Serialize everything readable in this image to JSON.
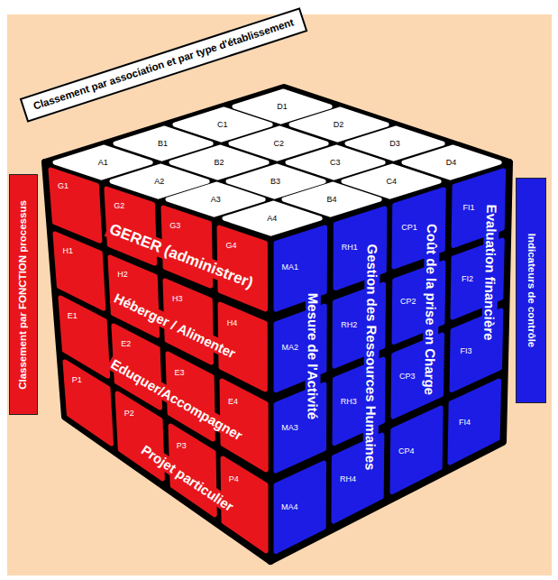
{
  "diagram": {
    "nodes": [
      {
        "text": [
          "Classement par association et par type d'établissement"
        ]
      },
      {
        "text": [
          "A1"
        ]
      },
      {
        "text": [
          "A2"
        ]
      },
      {
        "text": [
          "A3"
        ]
      },
      {
        "text": [
          "A4"
        ]
      },
      {
        "text": [
          "B1"
        ]
      },
      {
        "text": [
          "B2"
        ]
      },
      {
        "text": [
          "B3"
        ]
      },
      {
        "text": [
          "B4"
        ]
      },
      {
        "text": [
          "C1"
        ]
      },
      {
        "text": [
          "C2"
        ]
      },
      {
        "text": [
          "C3"
        ]
      },
      {
        "text": [
          "C4"
        ]
      },
      {
        "text": [
          "D1"
        ]
      },
      {
        "text": [
          "D2"
        ]
      },
      {
        "text": [
          "D3"
        ]
      },
      {
        "text": [
          "D4"
        ]
      },
      {
        "text": [
          "Classement par FONCTION processus"
        ]
      },
      {
        "text": [
          "G1"
        ]
      },
      {
        "text": [
          "G2"
        ]
      },
      {
        "text": [
          "G3"
        ]
      },
      {
        "text": [
          "G4"
        ]
      },
      {
        "text": [
          "H1"
        ]
      },
      {
        "text": [
          "H2"
        ]
      },
      {
        "text": [
          "H3"
        ]
      },
      {
        "text": [
          "H4"
        ]
      },
      {
        "text": [
          "E1"
        ]
      },
      {
        "text": [
          "E2"
        ]
      },
      {
        "text": [
          "E3"
        ]
      },
      {
        "text": [
          "E4"
        ]
      },
      {
        "text": [
          "P1"
        ]
      },
      {
        "text": [
          "P2"
        ]
      },
      {
        "text": [
          "P3"
        ]
      },
      {
        "text": [
          "P4"
        ]
      },
      {
        "text": [
          "MA1"
        ]
      },
      {
        "text": [
          "MA2"
        ]
      },
      {
        "text": [
          "MA3"
        ]
      },
      {
        "text": [
          "MA4"
        ]
      },
      {
        "text": [
          "RH1"
        ]
      },
      {
        "text": [
          "RH2"
        ]
      },
      {
        "text": [
          "RH3"
        ]
      },
      {
        "text": [
          "RH4"
        ]
      },
      {
        "text": [
          "CP1"
        ]
      },
      {
        "text": [
          "CP2"
        ]
      },
      {
        "text": [
          "CP3"
        ]
      },
      {
        "text": [
          "CP4"
        ]
      },
      {
        "text": [
          "FI1"
        ]
      },
      {
        "text": [
          "FI2"
        ]
      },
      {
        "text": [
          "FI3"
        ]
      },
      {
        "text": [
          "FI4"
        ]
      },
      {
        "text": [
          "Indicateurs de contrôle"
        ]
      }
    ],
    "labels": [
      "GERER (administrer)",
      "Héberger / Alimenter",
      "Eduquer/Accompagner",
      "Projet particulier",
      "Mesure de l'Activité",
      "Gestion des Ressources Humaines",
      "Coût de la prise en Charge",
      "Evaluation financière"
    ]
  }
}
